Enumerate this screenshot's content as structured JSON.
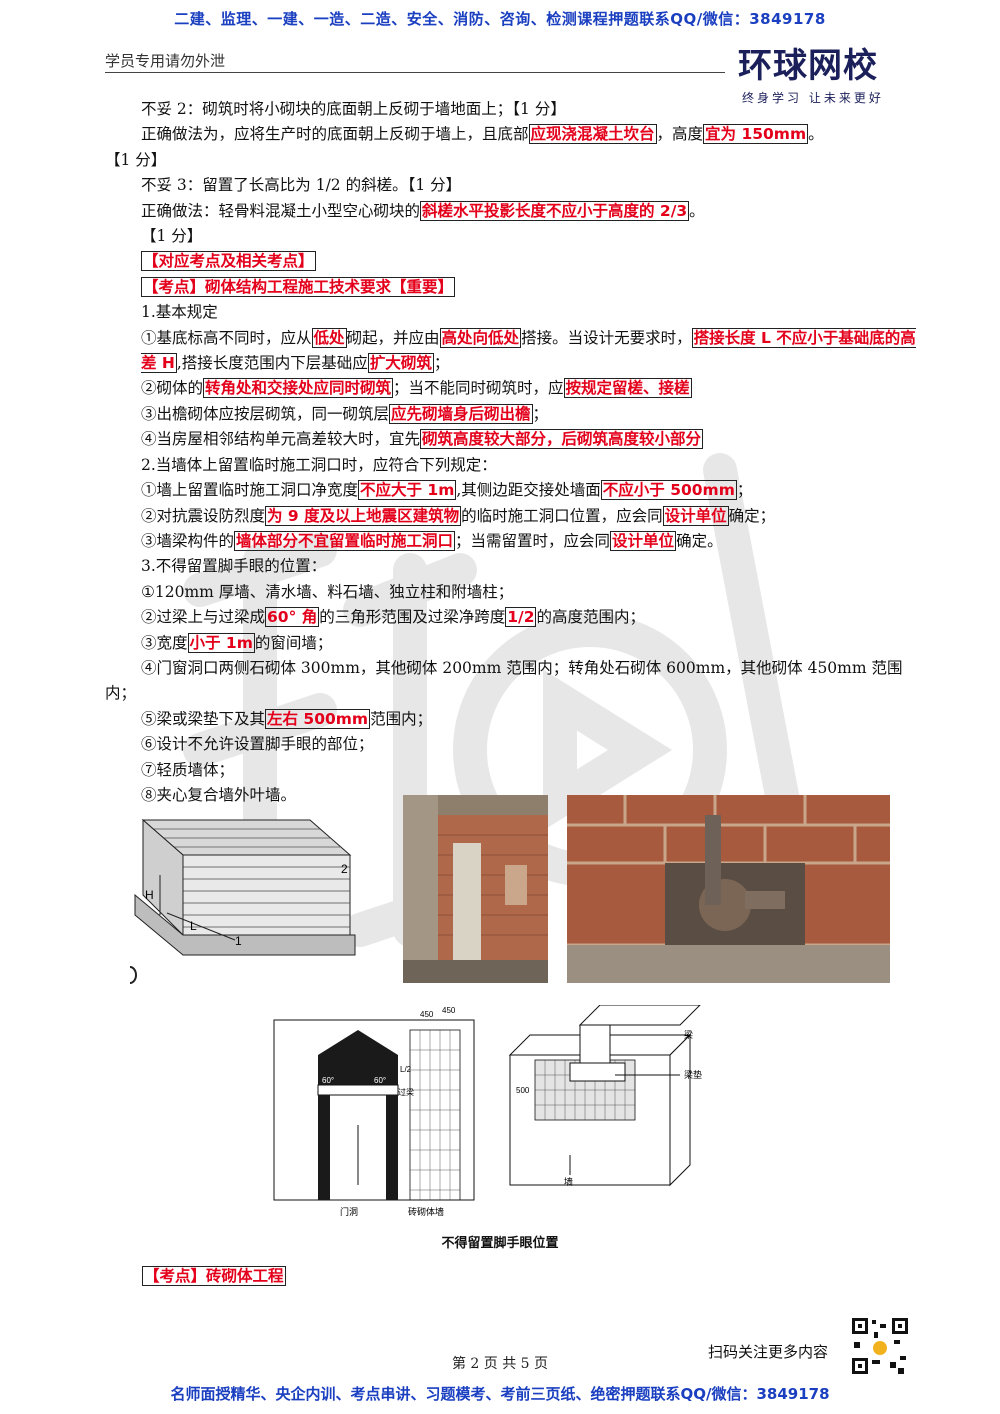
{
  "top_banner": "二建、监理、一建、一造、二造、安全、消防、咨询、检测课程押题联系QQ/微信：3849178",
  "header": {
    "left_text": "学员专用请勿外泄",
    "logo_name": "环球网校",
    "logo_slogan": "终身学习 让未来更好"
  },
  "body": {
    "l1": "不妥 2：砌筑时将小砌块的底面朝上反砌于墙地面上；【1 分】",
    "l2_a": "正确做法为，应将生产时的底面朝上反砌于墙上，且底部",
    "l2_h1": "应现浇混凝土坎台",
    "l2_b": "，高度",
    "l2_h2": "宜为 150mm",
    "l2_c": "。",
    "l3": "【1 分】",
    "l4": "不妥 3：留置了长高比为 1/2 的斜槎。【1 分】",
    "l5_a": "正确做法：轻骨料混凝土小型空心砌块的",
    "l5_h": "斜槎水平投影长度不应小于高度的 2/3",
    "l5_b": "。",
    "l6": "【1 分】",
    "kp1": "【对应考点及相关考点】",
    "kp2": "【考点】砌体结构工程施工技术要求【重要】",
    "s1": "1.基本规定",
    "r1_a": "①基底标高不同时，应从",
    "r1_h1": "低处",
    "r1_b": "砌起，并应由",
    "r1_h2": "高处向低处",
    "r1_c": "搭接。当设计无要求时，",
    "r1_h3": "搭接长度 L 不应小于基础底的高差 H",
    "r1_d": ",搭接长度范围内下层基础应",
    "r1_h4": "扩大砌筑",
    "r1_e": "；",
    "r2_a": "②砌体的",
    "r2_h1": "转角处和交接处应同时砌筑",
    "r2_b": "；当不能同时砌筑时，应",
    "r2_h2": "按规定留槎、接槎",
    "r3_a": "③出檐砌体应按层砌筑，同一砌筑层",
    "r3_h": "应先砌墙身后砌出檐",
    "r3_b": "；",
    "r4_a": "④当房屋相邻结构单元高差较大时，宜先",
    "r4_h": "砌筑高度较大部分，后砌筑高度较小部分",
    "s2": "2.当墙体上留置临时施工洞口时，应符合下列规定：",
    "t1_a": "①墙上留置临时施工洞口净宽度",
    "t1_h1": "不应大于 1m",
    "t1_b": ",其侧边距交接处墙面",
    "t1_h2": "不应小于 500mm",
    "t1_c": "；",
    "t2_a": "②对抗震设防烈度",
    "t2_h1": "为 9 度及以上地震区建筑物",
    "t2_b": "的临时施工洞口位置，应会同",
    "t2_h2": "设计单位",
    "t2_c": "确定；",
    "t3_a": "③墙梁构件的",
    "t3_h1": "墙体部分不宜留置临时施工洞口",
    "t3_b": "；当需留置时，应会同",
    "t3_h2": "设计单位",
    "t3_c": "确定。",
    "s3": "3.不得留置脚手眼的位置：",
    "u1": "①120mm 厚墙、清水墙、料石墙、独立柱和附墙柱；",
    "u2_a": "②过梁上与过梁成",
    "u2_h1": "60° 角",
    "u2_b": "的三角形范围及过梁净跨度",
    "u2_h2": "1/2",
    "u2_c": "的高度范围内；",
    "u3_a": "③宽度",
    "u3_h": "小于 1m",
    "u3_b": "的窗间墙；",
    "u4": "④门窗洞口两侧石砌体 300mm，其他砌体 200mm 范围内；转角处石砌体 600mm，其他砌体 450mm 范围内；",
    "u5_a": "⑤梁或梁垫下及其",
    "u5_h": "左右 500mm",
    "u5_b": "范围内；",
    "u6": "⑥设计不允许设置脚手眼的部位；",
    "u7": "⑦轻质墙体；",
    "u8": "⑧夹心复合墙外叶墙。"
  },
  "figures": {
    "fig1_labels": {
      "h": "H",
      "l": "L",
      "n1": "1",
      "n2": "2"
    },
    "fig3_labels": {
      "opening": "门洞",
      "wall": "砖砌体墙",
      "lintel": "过梁",
      "half": "L/2",
      "angle_left": "60°",
      "angle_right": "60°",
      "w450a": "450",
      "w450b": "450",
      "d500": "500",
      "beam": "梁",
      "pad": "梁垫",
      "wall2": "墙"
    },
    "caption": "不得留置脚手眼位置"
  },
  "kp3": "【考点】砖砌体工程",
  "qr_text": "扫码关注更多内容",
  "page_number": "第 2 页 共 5 页",
  "bottom_banner": "名师面授精华、央企内训、考点串讲、习题模考、考前三页纸、绝密押题联系QQ/微信：3849178"
}
